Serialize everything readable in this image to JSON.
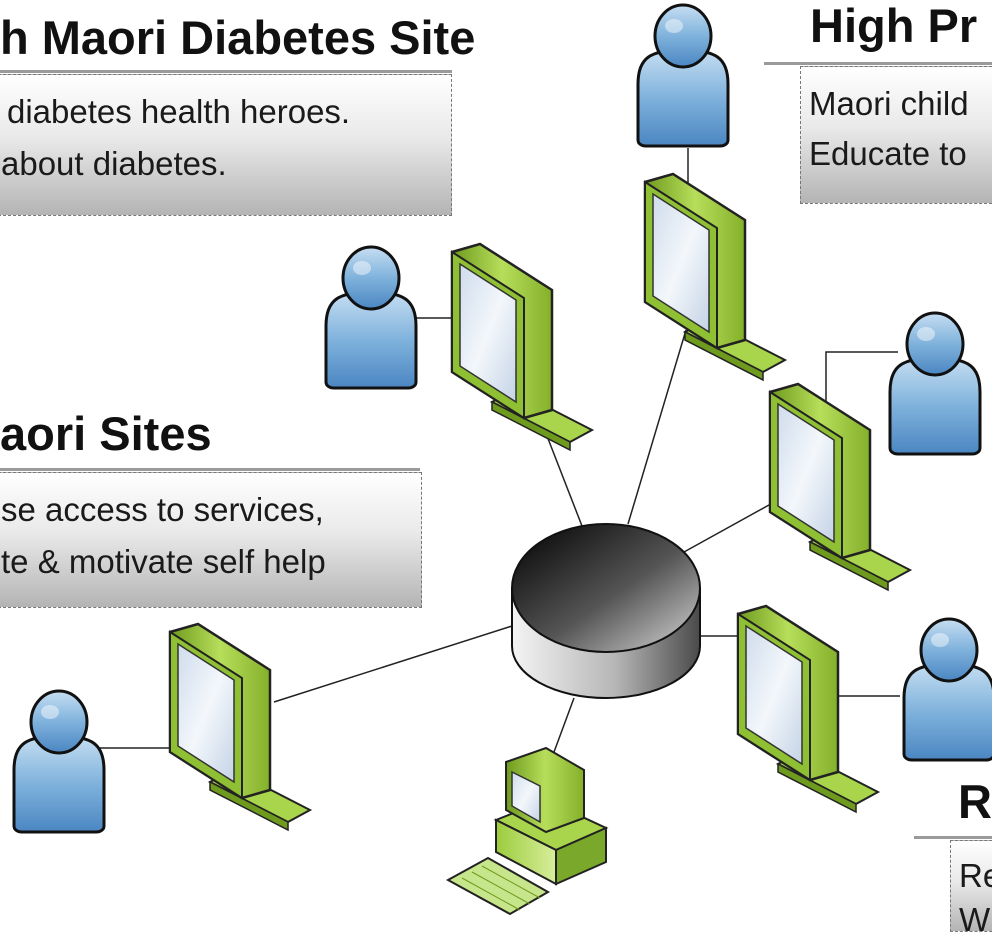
{
  "sections": {
    "main_site": {
      "heading": "h Maori Diabetes Site",
      "lines": [
        "diabetes health heroes.",
        "about diabetes."
      ]
    },
    "maori_sites": {
      "heading": "aori Sites",
      "lines": [
        "se access to services,",
        "te & motivate self help"
      ]
    },
    "high_priority": {
      "heading": "High Pr",
      "lines": [
        "Maori child",
        "Educate to"
      ]
    },
    "bottom_right": {
      "heading": "R",
      "lines": [
        "Re",
        "W"
      ]
    }
  },
  "colors": {
    "person_fill": "#7fb2dc",
    "monitor_green": "#9ccc3c",
    "screen": "#e4ecf6",
    "server_dark": "#1a1a1a"
  }
}
